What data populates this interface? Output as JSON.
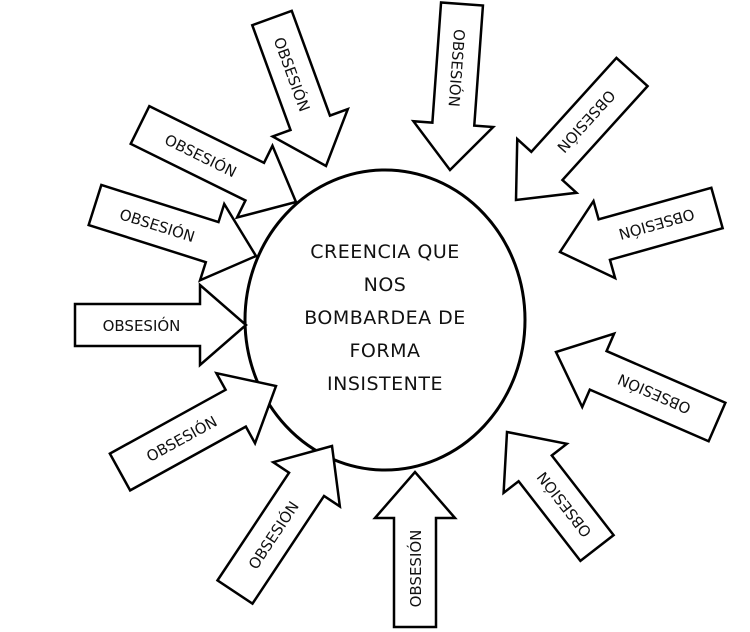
{
  "center": {
    "lines": [
      "CREENCIA QUE",
      "NOS",
      "BOMBARDEA DE",
      "FORMA",
      "INSISTENTE"
    ]
  },
  "arrows": [
    {
      "label": "OBSESIÓN"
    },
    {
      "label": "OBSESIÓN"
    },
    {
      "label": "OBSESIÓN"
    },
    {
      "label": "OBSESIÓN"
    },
    {
      "label": "OBSESIÓN"
    },
    {
      "label": "OBSESIÓN"
    },
    {
      "label": "OBSESIÓN"
    },
    {
      "label": "OBSESIÓN"
    },
    {
      "label": "OBSESIÓN"
    },
    {
      "label": "OBSESIÓN"
    },
    {
      "label": "OBSESIÓN"
    },
    {
      "label": "OBSESIÓN"
    }
  ],
  "colors": {
    "stroke": "#000000",
    "fill": "#ffffff"
  }
}
